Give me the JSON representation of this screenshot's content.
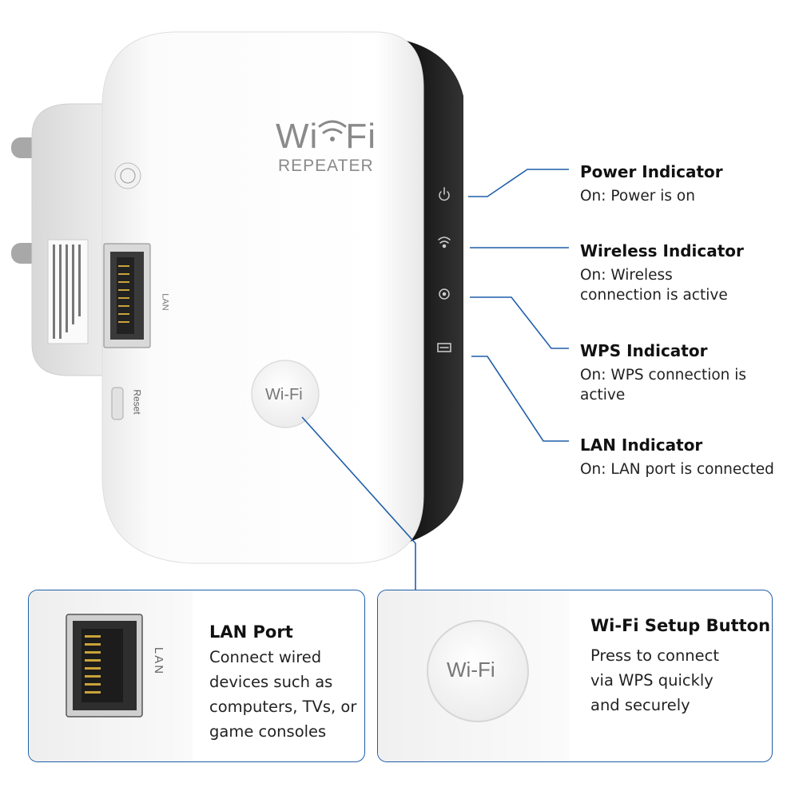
{
  "device": {
    "brand_wi": "Wi",
    "brand_fi": "Fi",
    "model": "REPEATER",
    "lan_label": "LAN",
    "reset_label": "Reset",
    "button_label": "Wi-Fi"
  },
  "callouts": [
    {
      "title": "Power Indicator",
      "desc": "On: Power is on"
    },
    {
      "title": "Wireless Indicator",
      "desc": "On: Wireless connection is active"
    },
    {
      "title": "WPS Indicator",
      "desc": "On: WPS connection is active"
    },
    {
      "title": "LAN Indicator",
      "desc": "On: LAN port is connected"
    }
  ],
  "features": {
    "lan": {
      "title": "LAN Port",
      "desc": "Connect wired devices such as computers, TVs, or game consoles",
      "port_label": "LAN"
    },
    "wifi": {
      "title": "Wi-Fi Setup Button",
      "desc": "Press to connect via WPS quickly and securely",
      "button_label": "Wi-Fi"
    }
  },
  "colors": {
    "accent_line": "#1f5fa8",
    "device_body": "#f4f4f4",
    "device_side": "#1a1a1a"
  }
}
